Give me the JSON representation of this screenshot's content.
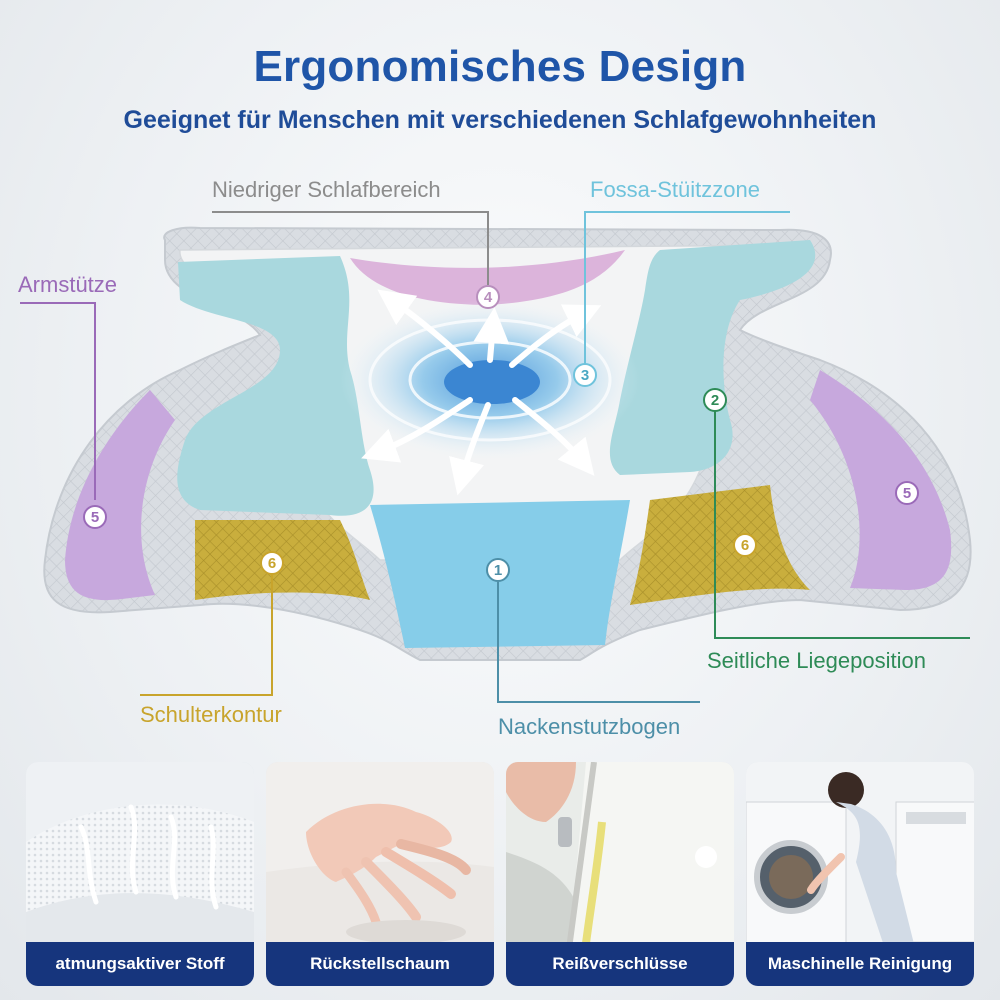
{
  "header": {
    "title": "Ergonomisches Design",
    "subtitle": "Geeignet für Menschen mit verschiedenen Schlafgewohnheiten"
  },
  "callouts": {
    "low_sleep_area": "Niedriger Schlafbereich",
    "fossa_support": "Fossa-Stüitzzone",
    "armrest": "Armstütze",
    "side_position": "Seitliche Liegeposition",
    "shoulder_contour": "Schulterkontur",
    "neck_arch": "Nackenstutzbogen"
  },
  "markers": {
    "neck": "1",
    "side": "2",
    "fossa": "3",
    "low": "4",
    "arm": "5",
    "shoulder": "6"
  },
  "features": [
    {
      "label": "atmungsaktiver Stoff",
      "icon": "breathable-fabric-icon"
    },
    {
      "label": "Rückstellschaum",
      "icon": "memory-foam-hand-icon"
    },
    {
      "label": "Reißverschlüsse",
      "icon": "zipper-icon"
    },
    {
      "label": "Maschinelle Reinigung",
      "icon": "washing-machine-icon"
    }
  ],
  "colors": {
    "title": "#1f55a8",
    "card_label_bg": "#16357d",
    "low_sleep_area": "#8c8c8c",
    "fossa_support": "#6fc3dc",
    "armrest": "#9a6ab8",
    "side_position": "#2e8b57",
    "shoulder_contour": "#c8a42c",
    "neck_arch": "#4d8fa8"
  }
}
